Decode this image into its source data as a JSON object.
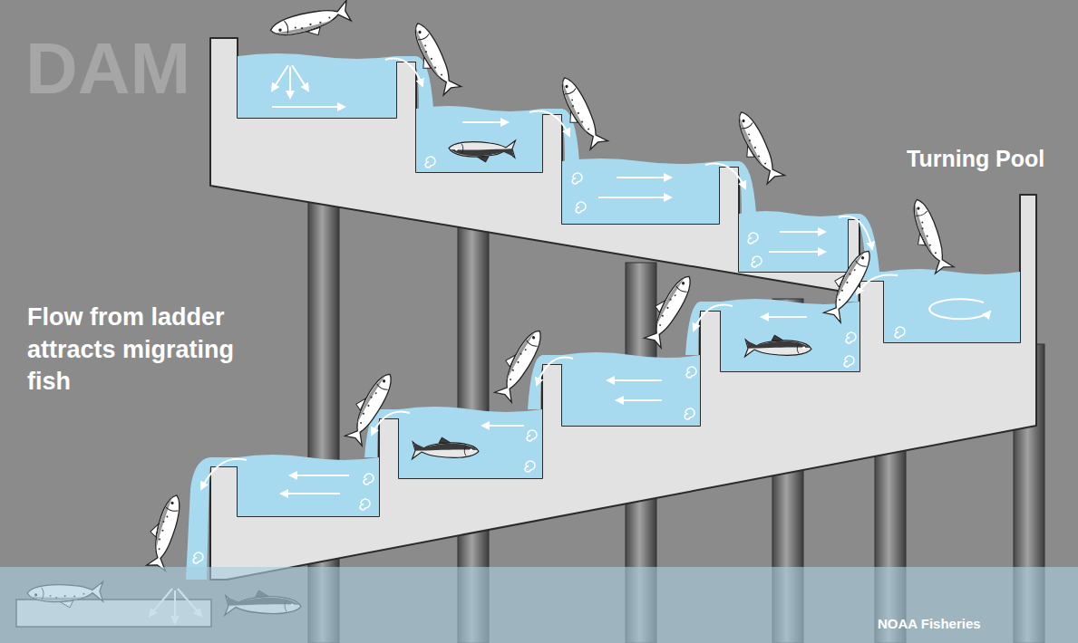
{
  "diagram": {
    "labels": [
      "DAM",
      "Turning Pool",
      "Flow from ladder attracts migrating fish",
      "NOAA Fisheries"
    ]
  }
}
